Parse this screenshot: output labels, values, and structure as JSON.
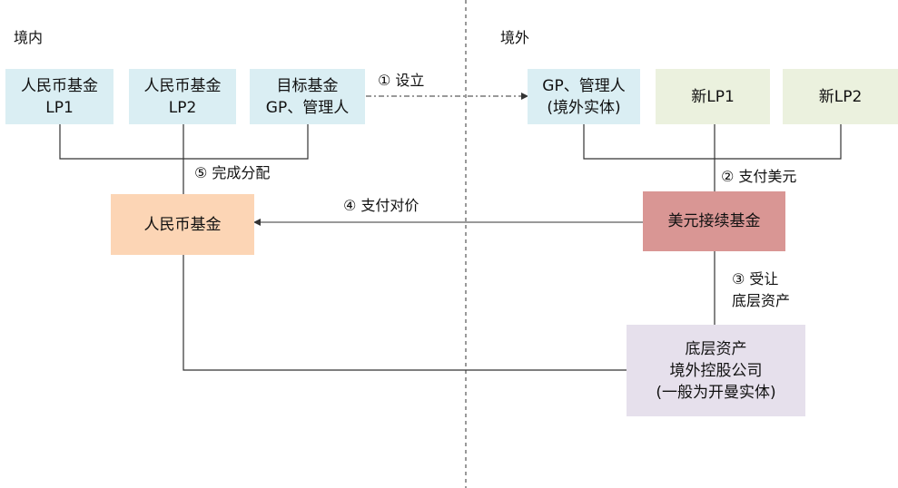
{
  "regions": {
    "domestic": "境内",
    "overseas": "境外"
  },
  "boxes": {
    "rmb_lp1": [
      "人民币基金",
      "LP1"
    ],
    "rmb_lp2": [
      "人民币基金",
      "LP2"
    ],
    "target_gp": [
      "目标基金",
      "GP、管理人"
    ],
    "overseas_gp": [
      "GP、管理人",
      "(境外实体)"
    ],
    "new_lp1": [
      "新LP1"
    ],
    "new_lp2": [
      "新LP2"
    ],
    "rmb_fund": [
      "人民币基金"
    ],
    "usd_fund": [
      "美元接续基金"
    ],
    "holding": [
      "底层资产",
      "境外控股公司",
      "(一般为开曼实体)"
    ]
  },
  "steps": {
    "establish": "① 设立",
    "pay_usd": "② 支付美元",
    "transfer": [
      "③ 受让",
      "底层资产"
    ],
    "pay_consideration": "④ 支付对价",
    "distribute": "⑤ 完成分配"
  },
  "colors": {
    "blue_box": "#daeef3",
    "green_box": "#ebf1de",
    "orange_box": "#fcd5b5",
    "red_box": "#d99694",
    "purple_box": "#e6e0ec",
    "line": "#333333"
  }
}
